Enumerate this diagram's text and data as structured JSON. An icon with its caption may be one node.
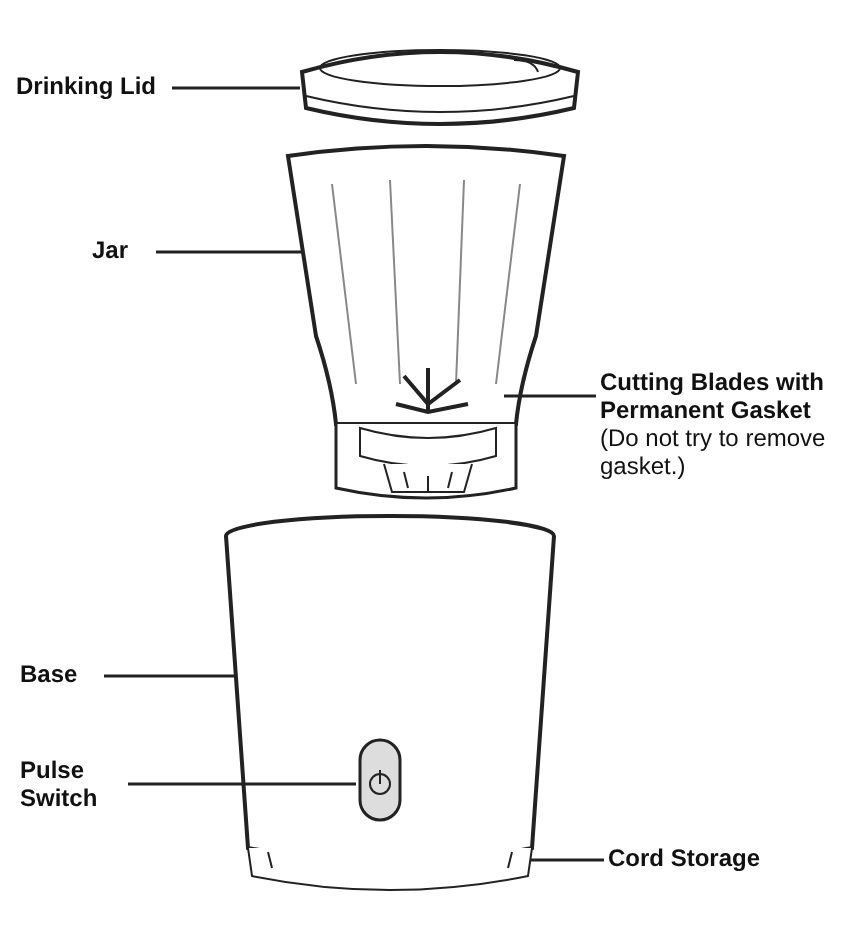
{
  "diagram": {
    "nodes": [
      {
        "text": [
          "Drinking Lid"
        ]
      },
      {
        "text": [
          "Jar"
        ]
      },
      {
        "text": [
          "Cutting Blades with Permanent Gasket",
          "(Do not try to remove gasket.)"
        ]
      },
      {
        "text": [
          "Base"
        ]
      },
      {
        "text": [
          "Pulse Switch"
        ]
      },
      {
        "text": [
          "Cord Storage"
        ]
      },
      {
        "text": [],
        "shape": "picture"
      },
      {
        "text": [],
        "shape": "picture"
      },
      {
        "text": [],
        "shape": "picture"
      },
      {
        "text": [],
        "shape": "picture"
      },
      {
        "text": [],
        "shape": "picture",
        "in": 9
      }
    ],
    "edges": [
      {
        "from": 0,
        "to": 6,
        "arrow": "none"
      },
      {
        "from": 1,
        "to": 7,
        "arrow": "none"
      },
      {
        "from": 2,
        "to": 8,
        "arrow": "none"
      },
      {
        "from": 3,
        "to": 9,
        "arrow": "none"
      },
      {
        "from": 4,
        "to": 10,
        "arrow": "none"
      },
      {
        "from": 5,
        "to": 9,
        "arrow": "none"
      }
    ]
  }
}
